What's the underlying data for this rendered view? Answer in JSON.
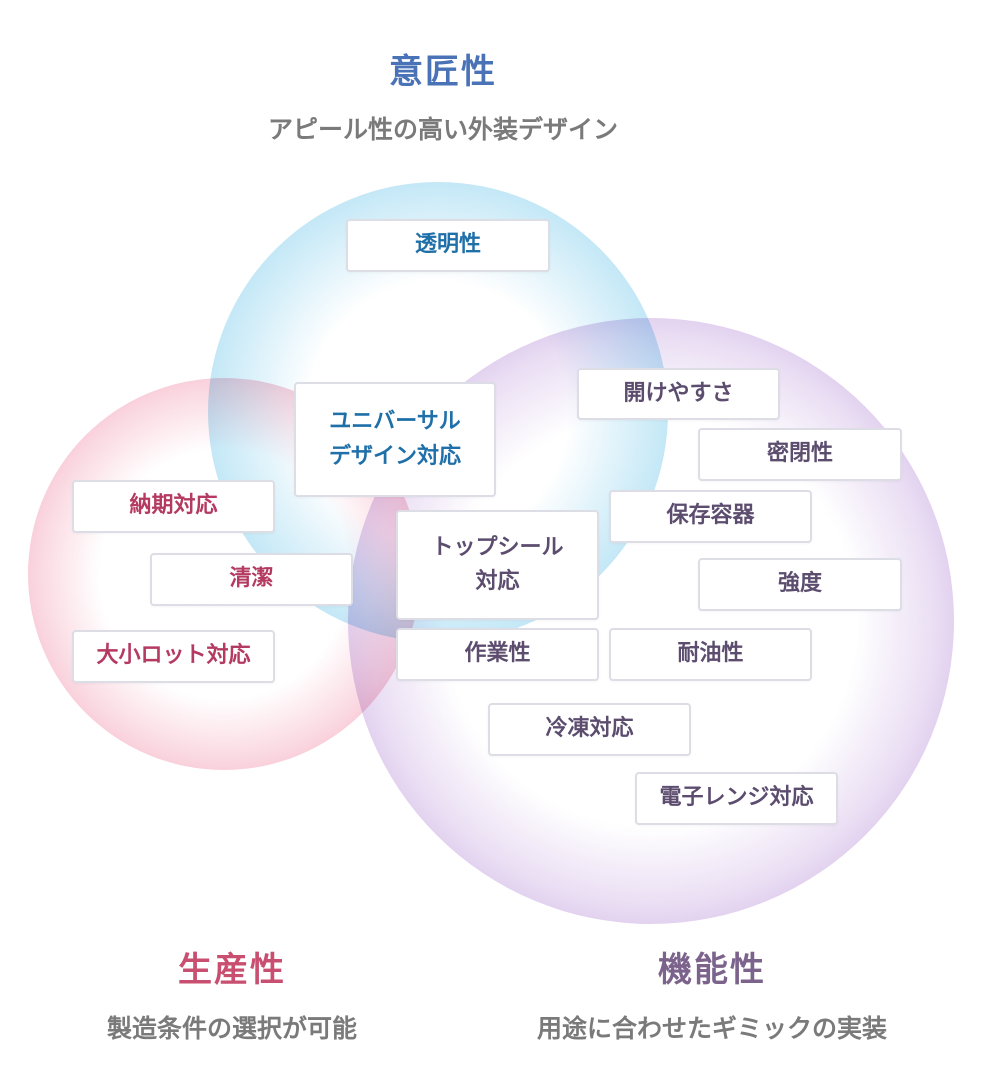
{
  "design": {
    "title": "意匠性",
    "subtitle": "アピール性の高い外装デザイン",
    "title_color": "#4a72b6",
    "circle_color": "#8fd3ef"
  },
  "productivity": {
    "title": "生産性",
    "subtitle": "製造条件の選択が可能",
    "title_color": "#c94f71",
    "circle_color": "#f08aa5"
  },
  "functionality": {
    "title": "機能性",
    "subtitle": "用途に合わせたギミックの実装",
    "title_color": "#7b638c",
    "circle_color": "#b48ad6"
  },
  "tags": {
    "transparency": "透明性",
    "universal_design": "ユニバーサル\nデザイン対応",
    "easy_open": "開けやすさ",
    "airtight": "密閉性",
    "storage_container": "保存容器",
    "top_seal": "トップシール\n対応",
    "strength": "強度",
    "workability": "作業性",
    "oil_resistance": "耐油性",
    "freezing": "冷凍対応",
    "microwave": "電子レンジ対応",
    "delivery": "納期対応",
    "cleanliness": "清潔",
    "small_lot": "大小ロット対応"
  }
}
